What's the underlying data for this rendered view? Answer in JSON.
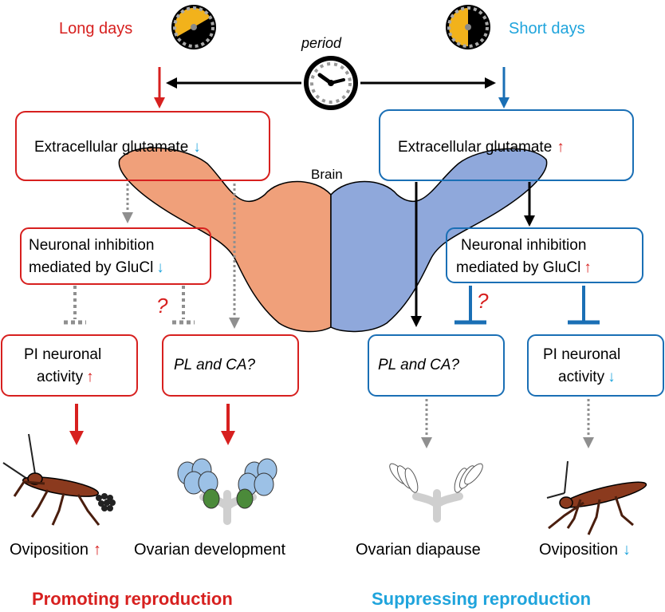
{
  "colors": {
    "red": "#d7201f",
    "blue": "#1a6fb5",
    "cyan": "#1fa4dc",
    "orange": "#f0a07a",
    "lightblue": "#8fa8db",
    "grey": "#8f8f8f",
    "yellow": "#f2b21b"
  },
  "labels": {
    "long_days": "Long days",
    "short_days": "Short days",
    "period": "period",
    "brain": "Brain",
    "glut_left": "Extracellular glutamate",
    "glut_right": "Extracellular glutamate",
    "inhib_left_1": "Neuronal inhibition",
    "inhib_left_2": "mediated by GluCl",
    "inhib_right_1": "Neuronal inhibition",
    "inhib_right_2": "mediated by GluCl",
    "pi_left_1": "PI neuronal",
    "pi_left_2": "activity",
    "pi_right_1": "PI neuronal",
    "pi_right_2": "activity",
    "plca_left": "PL and CA?",
    "plca_right": "PL and CA?",
    "question": "?",
    "up_arrow": "↑",
    "down_arrow": "↓",
    "oviposition_left": "Oviposition",
    "ovarian_dev": "Ovarian development",
    "ovarian_diapause": "Ovarian diapause",
    "oviposition_right": "Oviposition",
    "promoting": "Promoting reproduction",
    "suppressing": "Suppressing reproduction"
  },
  "icons": {
    "long_day_clock": "day-night-clock-icon",
    "short_day_clock": "day-night-clock-icon",
    "period_clock": "clock-icon",
    "insect": "bug-insect-icon",
    "ovary": "ovary-icon"
  }
}
